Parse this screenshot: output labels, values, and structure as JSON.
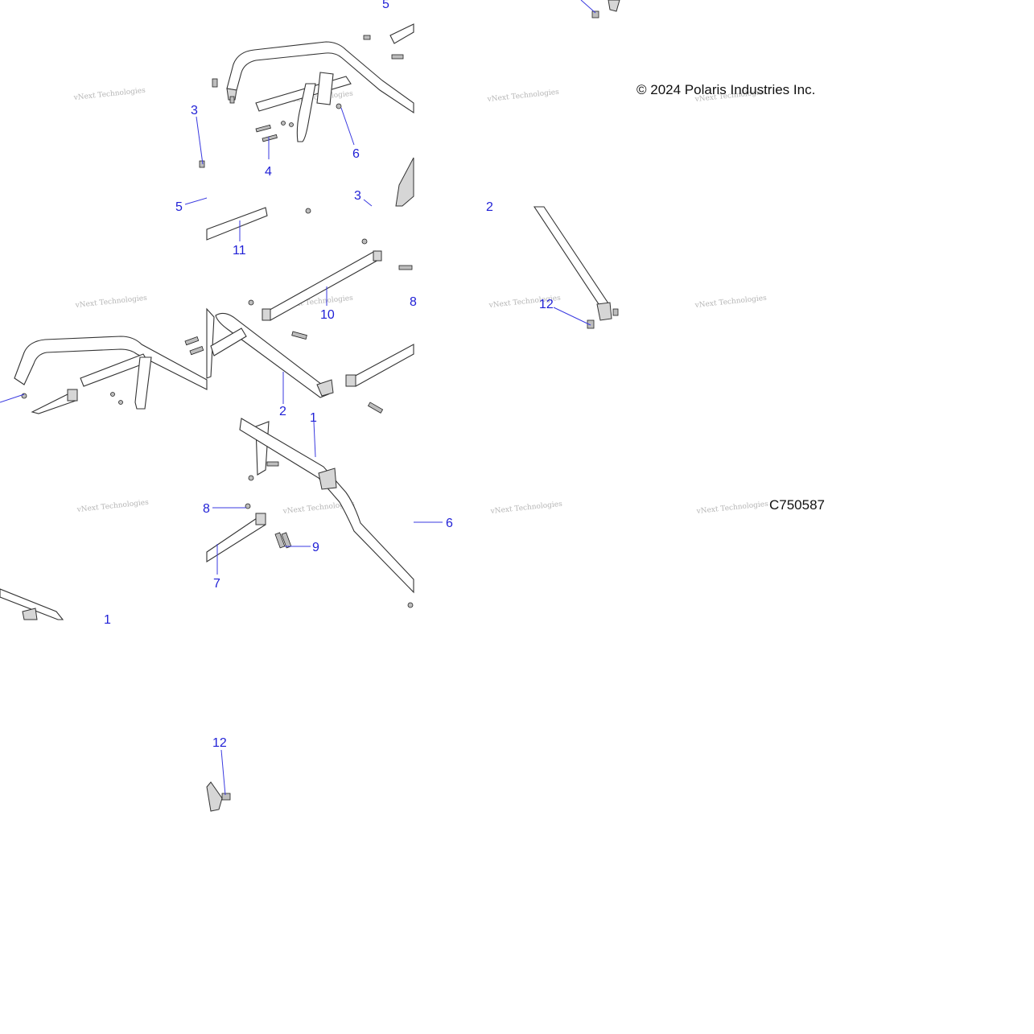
{
  "figure": {
    "copyright": "© 2024 Polaris Industries Inc.",
    "figure_id": "C750587",
    "watermark": "vNext Technologies"
  },
  "callouts": [
    {
      "id": "c5a",
      "label": "5"
    },
    {
      "id": "c3a",
      "label": "3"
    },
    {
      "id": "c4",
      "label": "4"
    },
    {
      "id": "c6a",
      "label": "6"
    },
    {
      "id": "c5b",
      "label": "5"
    },
    {
      "id": "c3b",
      "label": "3"
    },
    {
      "id": "c2a",
      "label": "2"
    },
    {
      "id": "c11",
      "label": "11"
    },
    {
      "id": "c10",
      "label": "10"
    },
    {
      "id": "c8a",
      "label": "8"
    },
    {
      "id": "c12a",
      "label": "12"
    },
    {
      "id": "c2b",
      "label": "2"
    },
    {
      "id": "c1a",
      "label": "1"
    },
    {
      "id": "c8b",
      "label": "8"
    },
    {
      "id": "c9",
      "label": "9"
    },
    {
      "id": "c7",
      "label": "7"
    },
    {
      "id": "c6b",
      "label": "6"
    },
    {
      "id": "c1b",
      "label": "1"
    },
    {
      "id": "c12b",
      "label": "12"
    }
  ],
  "colors": {
    "callout": "#1f1fd6",
    "line": "#333333",
    "background": "#ffffff"
  }
}
